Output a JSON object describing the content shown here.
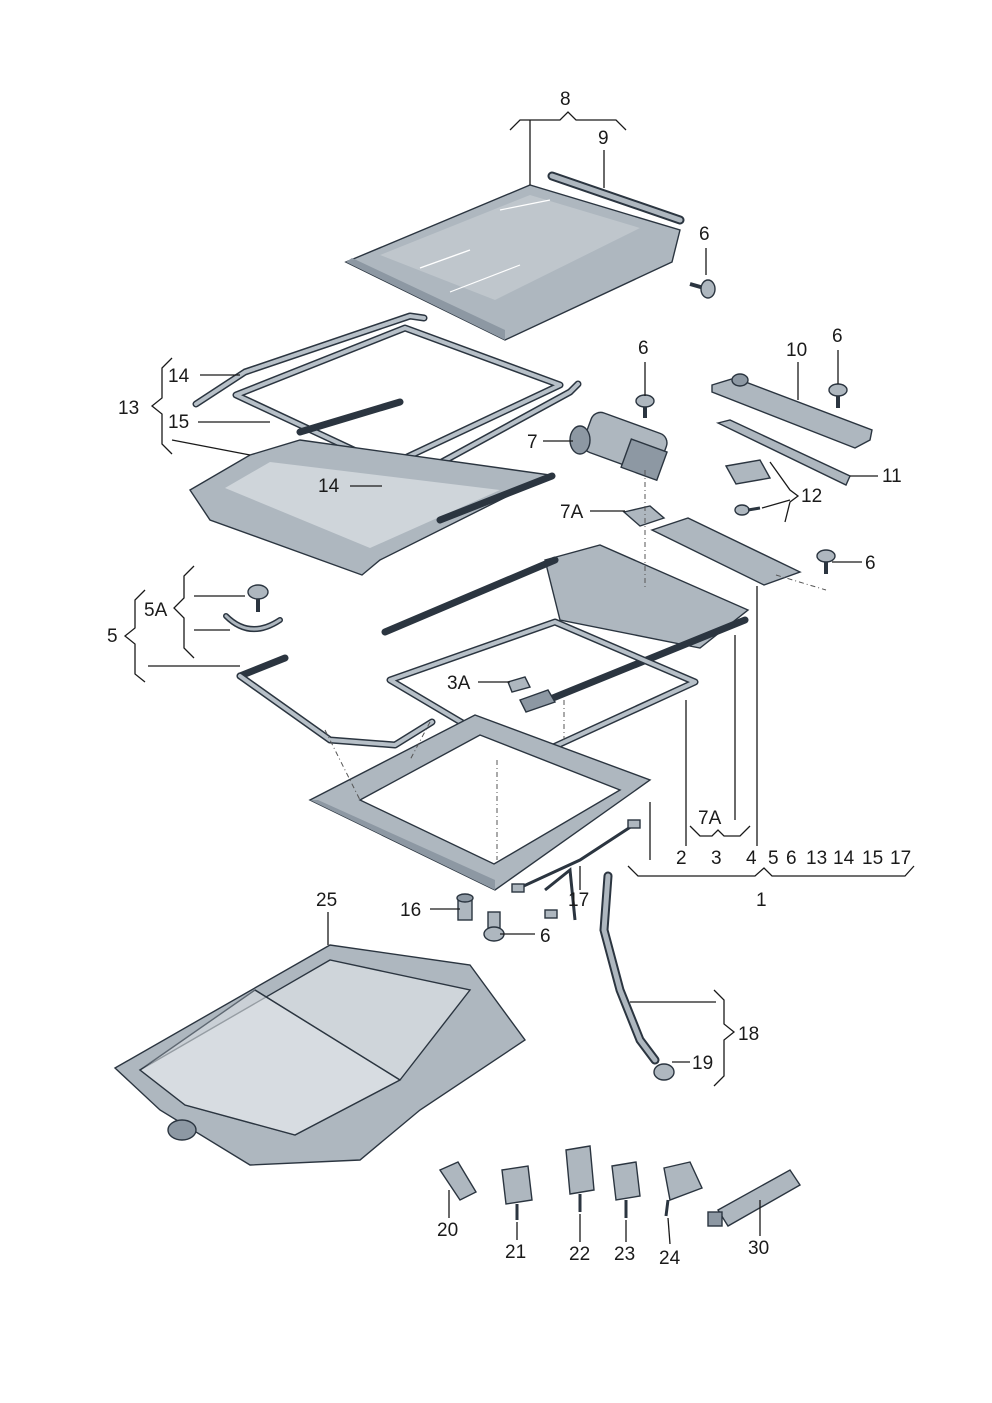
{
  "diagram": {
    "callouts": {
      "c8": "8",
      "c9": "9",
      "c6a": "6",
      "c6b": "6",
      "c6c": "6",
      "c6d": "6",
      "c6e": "6",
      "c10": "10",
      "c11": "11",
      "c12": "12",
      "c13": "13",
      "c14a": "14",
      "c14b": "14",
      "c15": "15",
      "c7": "7",
      "c7a_top": "7A",
      "c7a_bot": "7A",
      "c5": "5",
      "c5a": "5A",
      "c3a": "3A",
      "c2": "2",
      "c3": "3",
      "c4": "4",
      "c1": "1",
      "c16": "16",
      "c17": "17",
      "c18": "18",
      "c19": "19",
      "c25": "25",
      "c20": "20",
      "c21": "21",
      "c22": "22",
      "c23": "23",
      "c24": "24",
      "c30": "30"
    },
    "assembly_list": {
      "l5": "5",
      "l6": "6",
      "l13": "13",
      "l14": "14",
      "l15": "15",
      "l17": "17"
    },
    "colors": {
      "line": "#1a1a1a",
      "part_fill": "#aeb7bf",
      "part_dark": "#8d98a3",
      "part_light": "#cfd5da",
      "outline": "#2b3540"
    }
  }
}
